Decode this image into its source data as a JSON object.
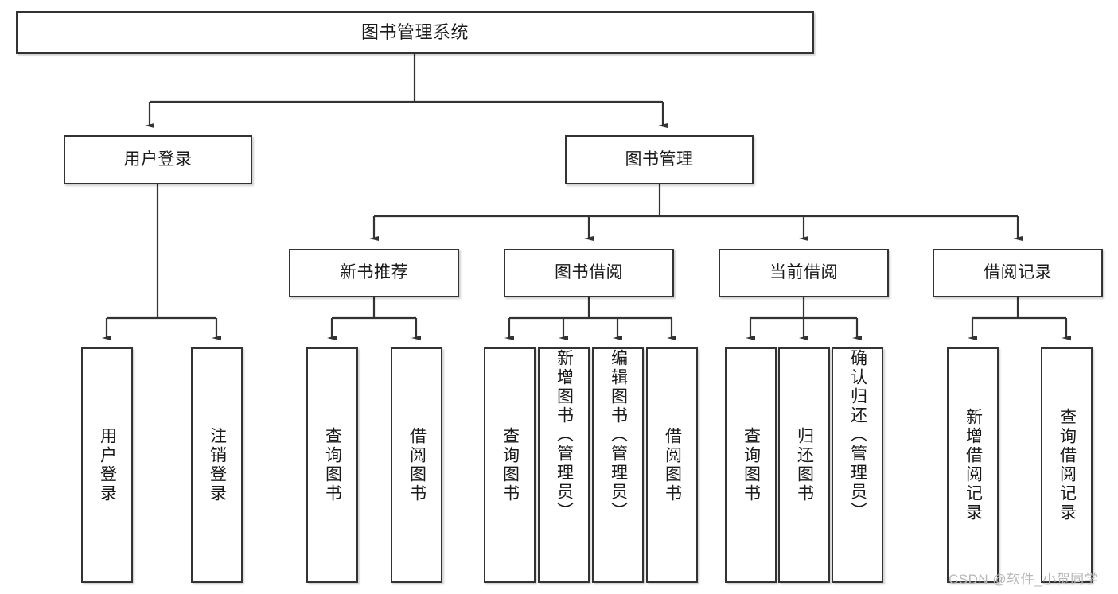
{
  "diagram": {
    "title": "图书管理系统",
    "type": "tree",
    "root": {
      "id": "root",
      "label": "图书管理系统",
      "orientation": "horizontal"
    },
    "level2": [
      {
        "id": "user-login",
        "label": "用户登录",
        "orientation": "horizontal"
      },
      {
        "id": "book-manage",
        "label": "图书管理",
        "orientation": "horizontal"
      }
    ],
    "level3": [
      {
        "id": "new-book-rec",
        "label": "新书推荐",
        "orientation": "horizontal",
        "parent": "book-manage"
      },
      {
        "id": "book-borrow",
        "label": "图书借阅",
        "orientation": "horizontal",
        "parent": "book-manage"
      },
      {
        "id": "current-borrow",
        "label": "当前借阅",
        "orientation": "horizontal",
        "parent": "book-manage"
      },
      {
        "id": "borrow-record",
        "label": "借阅记录",
        "orientation": "horizontal",
        "parent": "book-manage"
      }
    ],
    "leaves": [
      {
        "id": "leaf-user-login",
        "label": "用户登录",
        "orientation": "vertical",
        "parent": "user-login"
      },
      {
        "id": "leaf-user-logout",
        "label": "注销登录",
        "orientation": "vertical",
        "parent": "user-login"
      },
      {
        "id": "leaf-rec-query-book",
        "label": "查询图书",
        "orientation": "vertical",
        "parent": "new-book-rec"
      },
      {
        "id": "leaf-rec-borrow-book",
        "label": "借阅图书",
        "orientation": "vertical",
        "parent": "new-book-rec"
      },
      {
        "id": "leaf-borrow-query-book",
        "label": "查询图书",
        "orientation": "vertical",
        "parent": "book-borrow"
      },
      {
        "id": "leaf-borrow-add-book",
        "label": "新增图书（管理员）",
        "orientation": "vertical",
        "parent": "book-borrow"
      },
      {
        "id": "leaf-borrow-edit-book",
        "label": "编辑图书（管理员）",
        "orientation": "vertical",
        "parent": "book-borrow"
      },
      {
        "id": "leaf-borrow-lend-book",
        "label": "借阅图书",
        "orientation": "vertical",
        "parent": "book-borrow"
      },
      {
        "id": "leaf-current-query-book",
        "label": "查询图书",
        "orientation": "vertical",
        "parent": "current-borrow"
      },
      {
        "id": "leaf-current-return-book",
        "label": "归还图书",
        "orientation": "vertical",
        "parent": "current-borrow"
      },
      {
        "id": "leaf-current-confirm-return",
        "label": "确认归还（管理员）",
        "orientation": "vertical",
        "parent": "current-borrow"
      },
      {
        "id": "leaf-record-add",
        "label": "新增借阅记录",
        "orientation": "vertical",
        "parent": "borrow-record"
      },
      {
        "id": "leaf-record-query",
        "label": "查询借阅记录",
        "orientation": "vertical",
        "parent": "borrow-record"
      }
    ],
    "colors": {
      "box_border": "#333333",
      "box_fill": "#ffffff",
      "connector": "#333333",
      "text": "#1a1a1a",
      "watermark": "#b8b8b8",
      "background": "#ffffff"
    }
  },
  "watermark": {
    "text": "CSDN @软件_小贺同学"
  }
}
